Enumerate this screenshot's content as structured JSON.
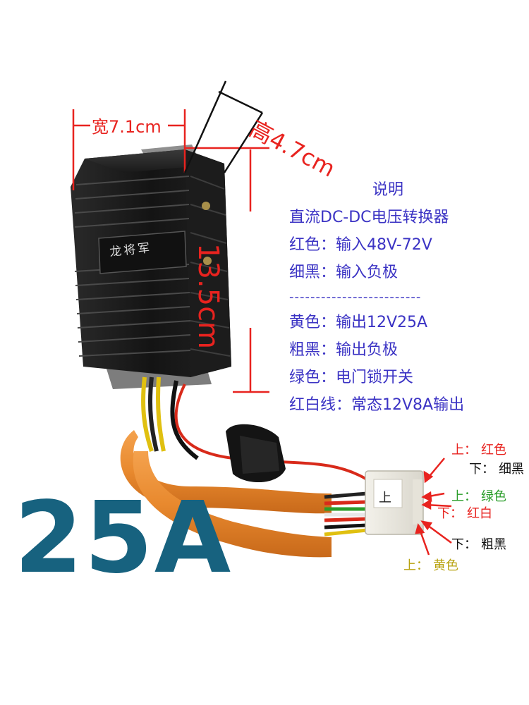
{
  "dimensions": {
    "width": "宽7.1cm",
    "height": "高4.7cm",
    "length": "13.5cm"
  },
  "legend": {
    "title": "说明",
    "rows": [
      "直流DC-DC电压转换器",
      "红色：输入48V-72V",
      "细黑：输入负极"
    ],
    "divider": "-------------------------",
    "rows2": [
      "黄色：输出12V25A",
      "粗黑：输出负极",
      "绿色：电门锁开关",
      "红白线：常态12V8A输出"
    ]
  },
  "big_label": "25A",
  "brand": "龙将军",
  "connector_label": "上",
  "pins": [
    {
      "pre": "上：",
      "name": "红色",
      "pre_color": "#e8231f",
      "name_color": "#e8231f"
    },
    {
      "pre": "下：",
      "name": "细黑",
      "pre_color": "#111111",
      "name_color": "#111111"
    },
    {
      "pre": "上：",
      "name": "绿色",
      "pre_color": "#2a9d2a",
      "name_color": "#2a9d2a"
    },
    {
      "pre": "下：",
      "name": "红白",
      "pre_color": "#e8231f",
      "name_color": "#e8231f"
    },
    {
      "pre": "下：",
      "name": "粗黑",
      "pre_color": "#111111",
      "name_color": "#111111"
    },
    {
      "pre": "上：",
      "name": "黄色",
      "pre_color": "#b8a20f",
      "name_color": "#b8a20f"
    }
  ],
  "colors": {
    "dimension_lines": "#e8231f",
    "legend_text": "#3b33c4",
    "big_label": "#17627f",
    "cable_sheath": "#e8892e"
  }
}
